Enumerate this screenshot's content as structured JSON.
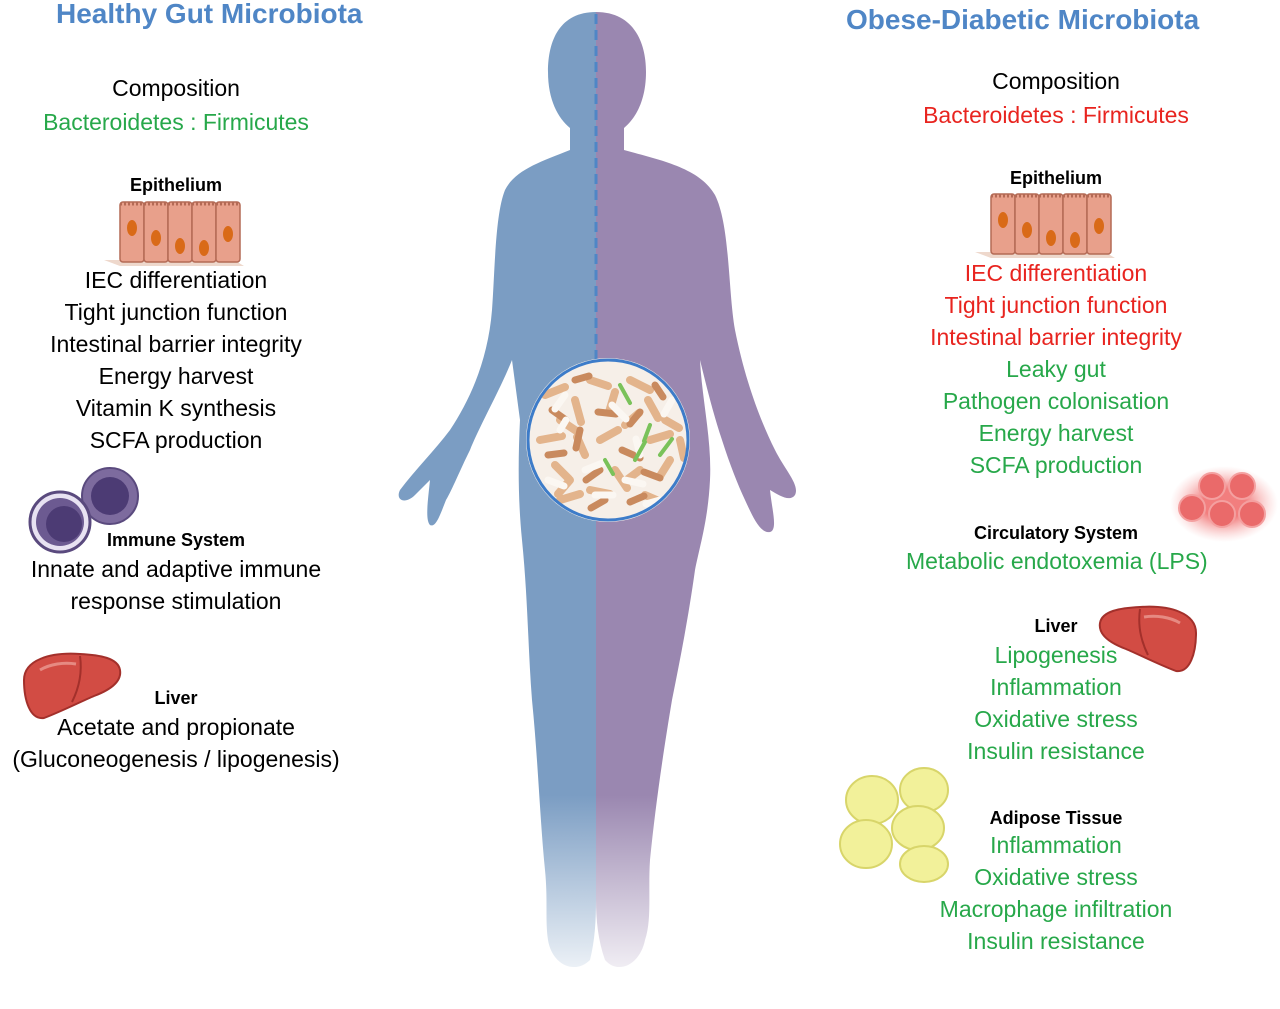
{
  "left": {
    "title": "Healthy Gut Microbiota",
    "composition_label": "Composition",
    "composition_ratio": "Bacteroidetes : Firmicutes",
    "epithelium_label": "Epithelium",
    "epithelium_items": [
      "IEC differentiation",
      "Tight junction function",
      "Intestinal barrier integrity",
      "Energy harvest",
      "Vitamin K synthesis",
      "SCFA production"
    ],
    "immune_label": "Immune System",
    "immune_items": [
      "Innate and adaptive immune",
      "response stimulation"
    ],
    "liver_label": "Liver",
    "liver_items": [
      "Acetate and propionate",
      "(Gluconeogenesis / lipogenesis)"
    ]
  },
  "right": {
    "title": "Obese-Diabetic Microbiota",
    "composition_label": "Composition",
    "composition_ratio": "Bacteroidetes : Firmicutes",
    "epithelium_label": "Epithelium",
    "epithelium_red": [
      "IEC differentiation",
      "Tight junction function",
      "Intestinal barrier integrity"
    ],
    "epithelium_green": [
      "Leaky gut",
      "Pathogen colonisation",
      "Energy harvest",
      "SCFA production"
    ],
    "circulatory_label": "Circulatory System",
    "circulatory_items": [
      "Metabolic endotoxemia (LPS)"
    ],
    "liver_label": "Liver",
    "liver_items": [
      "Lipogenesis",
      "Inflammation",
      "Oxidative stress",
      "Insulin resistance"
    ],
    "adipose_label": "Adipose Tissue",
    "adipose_items": [
      "Inflammation",
      "Oxidative stress",
      "Macrophage infiltration",
      "Insulin resistance"
    ]
  },
  "colors": {
    "title_blue": "#4f86c6",
    "text_green": "#27a84a",
    "text_red": "#e8241f",
    "body_blue": "#7b9dc3",
    "body_purple": "#9a87b0"
  },
  "icons": [
    "epithelium-cells-icon",
    "immune-cells-icon",
    "liver-icon",
    "blood-cells-icon",
    "adipose-cells-icon",
    "gut-bacteria-icon",
    "human-body-icon"
  ]
}
